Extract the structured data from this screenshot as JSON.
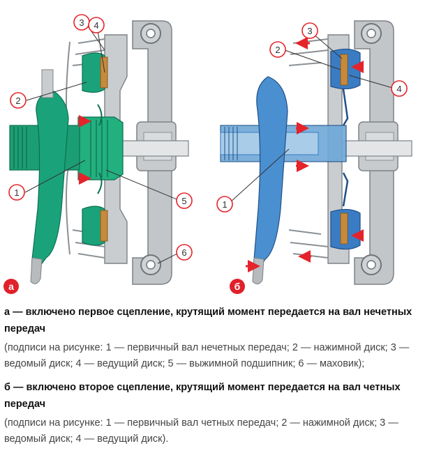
{
  "figure": {
    "panels": [
      {
        "letter": "а",
        "callouts": [
          "1",
          "2",
          "3",
          "4",
          "5",
          "6"
        ],
        "accent": "#1aa37a"
      },
      {
        "letter": "б",
        "callouts": [
          "1",
          "2",
          "3",
          "4"
        ],
        "accent": "#3a7cc4"
      }
    ],
    "colors": {
      "housing": "#bfc3c6",
      "housing_dark": "#8b9094",
      "friction": "#c78a3b",
      "arrow": "#e5232a",
      "callout_ring": "#e5232a",
      "badge": "#e0202a"
    }
  },
  "captions": {
    "a_heading": "а — включено первое сцепление, крутящий момент передается на вал нечетных передач",
    "a_legend": "(подписи на рисунке: 1 — первичный вал нечетных передач; 2 — нажимной диск; 3 — ведомый диск; 4 — ведущий диск; 5 — выжимной подшипник; 6 — маховик);",
    "b_heading": "б — включено второе сцепление, крутящий момент передается на вал четных передач",
    "b_legend": "(подписи на рисунке: 1 — первичный вал четных передач; 2 — нажимной диск; 3 — ведомый диск; 4 — ведущий диск)."
  }
}
